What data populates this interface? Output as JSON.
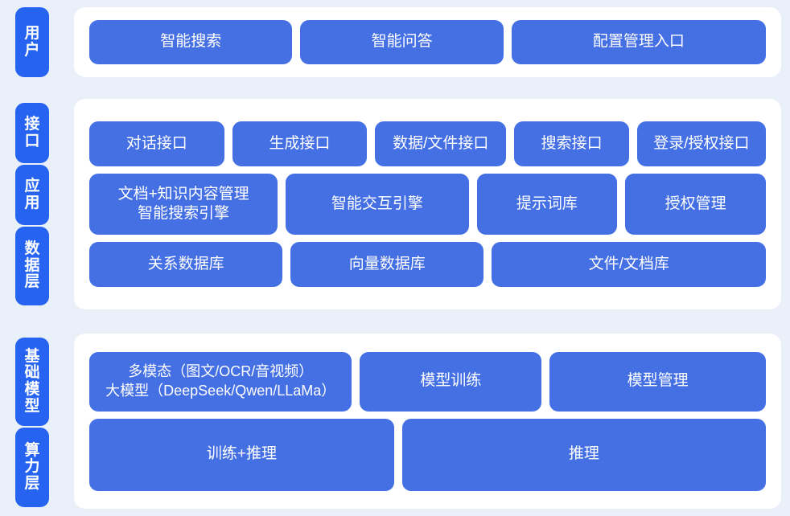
{
  "theme": {
    "page_background": "#eaf0f9",
    "panel_background": "#ffffff",
    "tab_color": "#2563f0",
    "node_color": "#4570e4",
    "text_color": "#ffffff"
  },
  "layers": [
    {
      "tab": "用户",
      "rows": [
        {
          "nodes": [
            {
              "lines": [
                "智能搜索"
              ],
              "flex": 2.26
            },
            {
              "lines": [
                "智能问答"
              ],
              "flex": 2.26
            },
            {
              "lines": [
                "配置管理入口"
              ],
              "flex": 2.86
            }
          ]
        }
      ]
    },
    {
      "tab": "接口",
      "rows": [
        {
          "nodes": [
            {
              "lines": [
                "对话接口"
              ],
              "flex": 1.05
            },
            {
              "lines": [
                "生成接口"
              ],
              "flex": 1.05
            },
            {
              "lines": [
                "数据/文件接口"
              ],
              "flex": 1.02
            },
            {
              "lines": [
                "搜索接口"
              ],
              "flex": 0.88
            },
            {
              "lines": [
                "登录/授权接口"
              ],
              "flex": 1.0
            }
          ]
        }
      ]
    },
    {
      "tab": "应用",
      "rows": [
        {
          "nodes": [
            {
              "lines": [
                "文档+知识内容管理",
                "智能搜索引擎"
              ],
              "flex": 1.27
            },
            {
              "lines": [
                "智能交互引擎"
              ],
              "flex": 1.23
            },
            {
              "lines": [
                "提示词库"
              ],
              "flex": 0.93
            },
            {
              "lines": [
                "授权管理"
              ],
              "flex": 0.93
            }
          ]
        }
      ]
    },
    {
      "tab": "数据层",
      "rows": [
        {
          "nodes": [
            {
              "lines": [
                "关系数据库"
              ],
              "flex": 1.0
            },
            {
              "lines": [
                "向量数据库"
              ],
              "flex": 1.0
            },
            {
              "lines": [
                "文件/文档库"
              ],
              "flex": 1.44
            }
          ]
        }
      ]
    },
    {
      "tab": "基础模型",
      "rows": [
        {
          "nodes": [
            {
              "lines": [
                "多模态（图文/OCR/音视频）",
                "大模型（DeepSeek/Qwen/LLaMa）"
              ],
              "flex": 1.47
            },
            {
              "lines": [
                "模型训练"
              ],
              "flex": 1.0
            },
            {
              "lines": [
                "模型管理"
              ],
              "flex": 1.2
            }
          ]
        }
      ]
    },
    {
      "tab": "算力层",
      "rows": [
        {
          "nodes": [
            {
              "lines": [
                "训练+推理"
              ],
              "flex": 1.0
            },
            {
              "lines": [
                "推理"
              ],
              "flex": 1.2
            }
          ]
        }
      ]
    }
  ]
}
